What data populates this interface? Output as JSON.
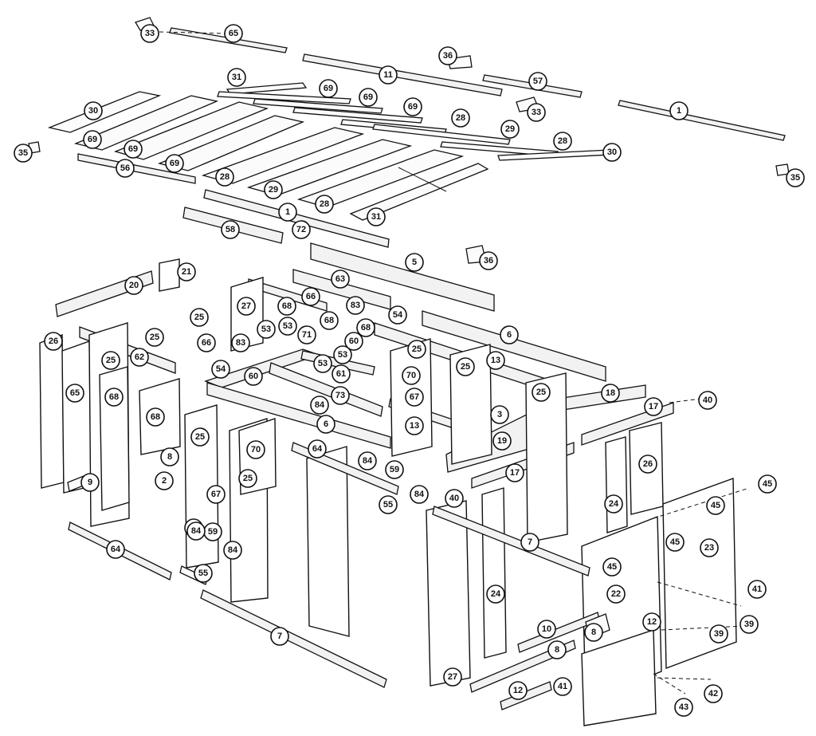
{
  "callouts": [
    "33",
    "65",
    "36",
    "11",
    "57",
    "31",
    "69",
    "69",
    "69",
    "30",
    "33",
    "1",
    "28",
    "29",
    "28",
    "30",
    "35",
    "69",
    "69",
    "69",
    "56",
    "28",
    "29",
    "28",
    "31",
    "35",
    "1",
    "58",
    "72",
    "21",
    "5",
    "36",
    "20",
    "63",
    "27",
    "66",
    "68",
    "68",
    "83",
    "54",
    "25",
    "25",
    "53",
    "53",
    "68",
    "6",
    "26",
    "66",
    "83",
    "71",
    "60",
    "25",
    "25",
    "13",
    "25",
    "62",
    "53",
    "53",
    "54",
    "60",
    "61",
    "70",
    "65",
    "68",
    "68",
    "73",
    "67",
    "84",
    "6",
    "13",
    "3",
    "18",
    "17",
    "40",
    "19",
    "25",
    "8",
    "70",
    "64",
    "25",
    "25",
    "2",
    "9",
    "67",
    "84",
    "59",
    "84",
    "55",
    "40",
    "17",
    "84",
    "59",
    "26",
    "45",
    "24",
    "45",
    "84",
    "64",
    "84",
    "55",
    "7",
    "45",
    "23",
    "45",
    "22",
    "24",
    "7",
    "41",
    "39",
    "39",
    "10",
    "8",
    "12",
    "8",
    "27",
    "12",
    "41",
    "42",
    "43"
  ]
}
